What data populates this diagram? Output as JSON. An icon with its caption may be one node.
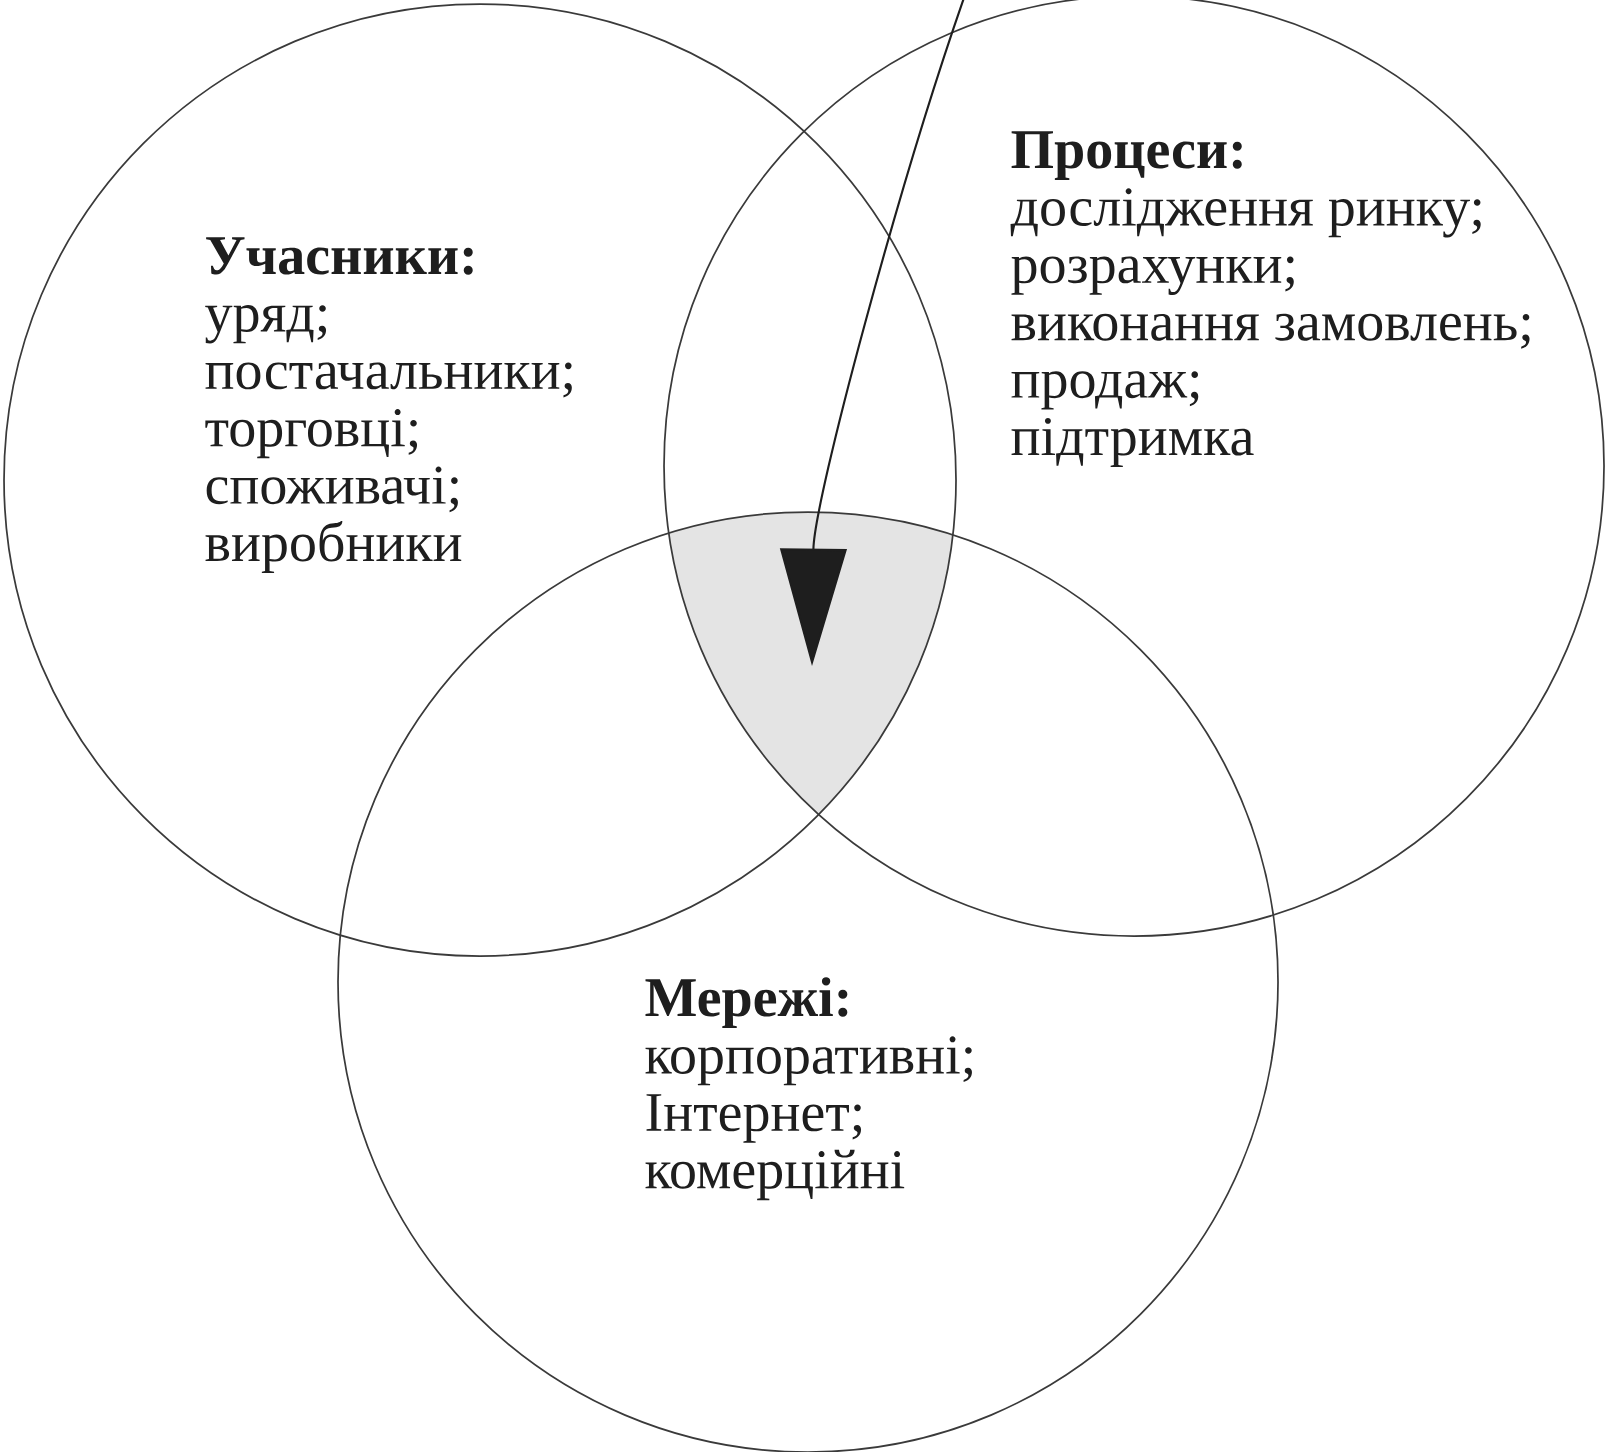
{
  "diagram": {
    "nodes": [
      {
        "text": [
          "Учасники:",
          "уряд;",
          "постачальники;",
          "торговці;",
          "споживачі;",
          "виробники"
        ]
      },
      {
        "text": [
          "Процеси:",
          "дослідження ринку;",
          "розрахунки;",
          "виконання замовлень;",
          "продаж;",
          "підтримка"
        ]
      },
      {
        "text": [
          "Мережі:",
          "корпоративні;",
          "Інтернет;",
          "комерційні"
        ]
      },
      {
        "text": [],
        "shape": "triangle"
      }
    ],
    "edges": [
      {
        "from": null,
        "to": 3,
        "arrow": "to"
      }
    ]
  }
}
